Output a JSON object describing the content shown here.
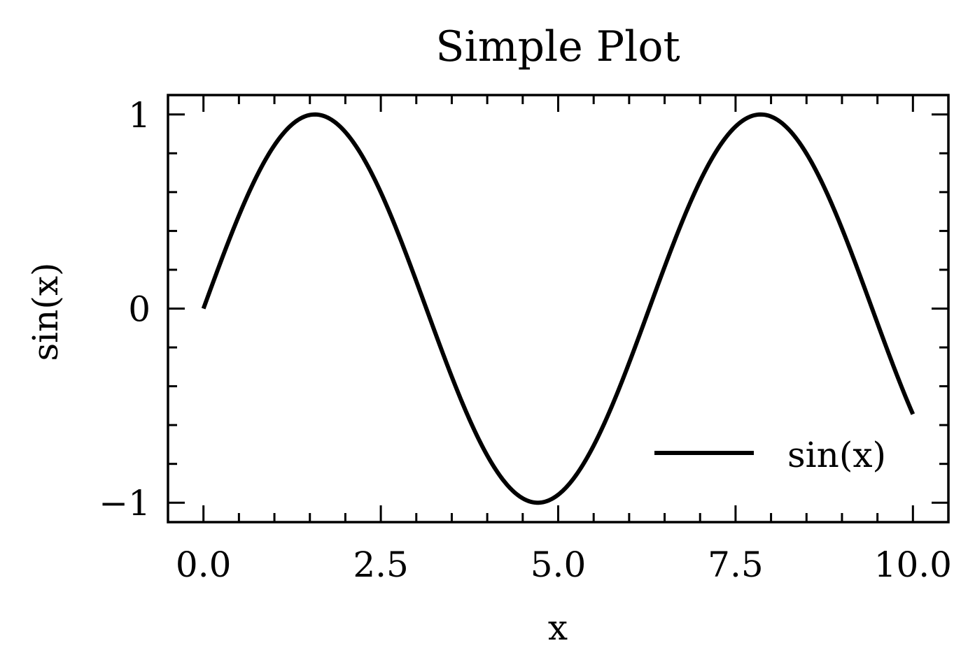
{
  "chart_data": {
    "type": "line",
    "title": "Simple Plot",
    "xlabel": "x",
    "ylabel": "sin(x)",
    "xlim": [
      -0.5,
      10.5
    ],
    "ylim": [
      -1.1,
      1.1
    ],
    "xticks": [
      0.0,
      2.5,
      5.0,
      7.5,
      10.0
    ],
    "xtick_labels": [
      "0.0",
      "2.5",
      "5.0",
      "7.5",
      "10.0"
    ],
    "xminor_step": 0.5,
    "yticks": [
      -1,
      0,
      1
    ],
    "ytick_labels": [
      "−1",
      "0",
      "1"
    ],
    "yminor_step": 0.2,
    "grid": false,
    "legend_position": "lower-right",
    "series": [
      {
        "name": "sin(x)",
        "color": "#000000",
        "x": [
          0,
          0.5,
          1.0,
          1.5,
          1.5708,
          2.0,
          2.5,
          3.0,
          3.5,
          4.0,
          4.5,
          4.7124,
          5.0,
          5.5,
          6.0,
          6.5,
          7.0,
          7.5,
          7.854,
          8.0,
          8.5,
          9.0,
          9.5,
          10.0
        ],
        "y": [
          0,
          0.479,
          0.841,
          0.997,
          1.0,
          0.909,
          0.598,
          0.141,
          -0.351,
          -0.757,
          -0.978,
          -1.0,
          -0.959,
          -0.706,
          -0.279,
          0.215,
          0.657,
          0.938,
          1.0,
          0.989,
          0.798,
          0.412,
          -0.075,
          -0.544
        ]
      }
    ]
  }
}
